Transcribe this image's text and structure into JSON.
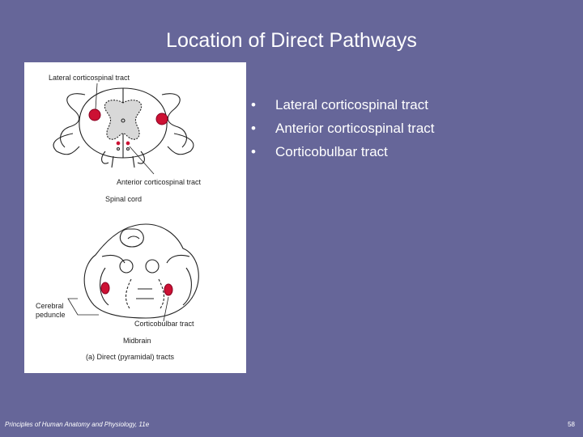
{
  "slide": {
    "title": "Location of Direct Pathways",
    "bullets": [
      "Lateral corticospinal tract",
      "Anterior corticospinal tract",
      "Corticobulbar tract"
    ],
    "bullet_char": "•",
    "footer": "Principles of Human Anatomy and Physiology, 11e",
    "page_number": "58"
  },
  "figure": {
    "labels": {
      "lateral": "Lateral corticospinal tract",
      "anterior": "Anterior corticospinal tract",
      "spinal_cord": "Spinal cord",
      "cerebral_peduncle_1": "Cerebral",
      "cerebral_peduncle_2": "peduncle",
      "corticobulbar": "Corticobulbar tract",
      "midbrain": "Midbrain",
      "caption": "(a) Direct (pyramidal) tracts"
    },
    "tract_color": "#cc1133"
  }
}
